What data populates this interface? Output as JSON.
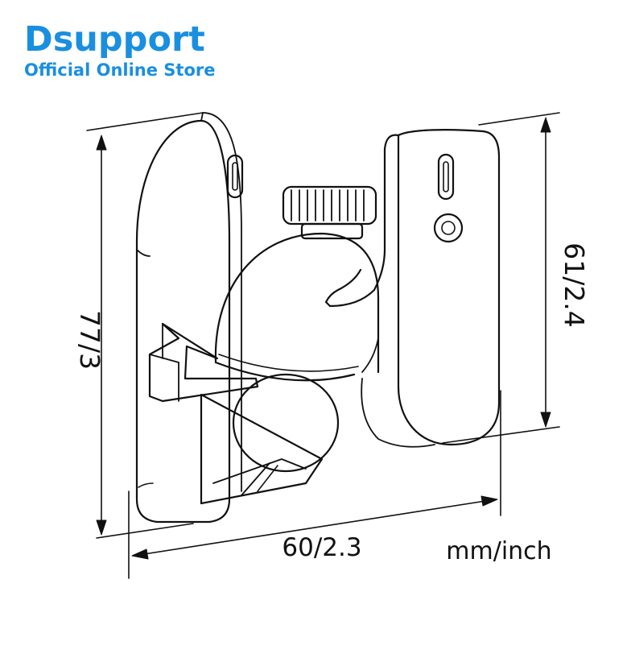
{
  "brand": {
    "name": "Dsupport",
    "tagline": "Official Online Store"
  },
  "dimensions": {
    "height_total": "77/3",
    "height_arm": "61/2.4",
    "width": "60/2.3",
    "units": "mm/inch"
  },
  "colors": {
    "brand": "#1a8fe0",
    "line": "#111111"
  }
}
